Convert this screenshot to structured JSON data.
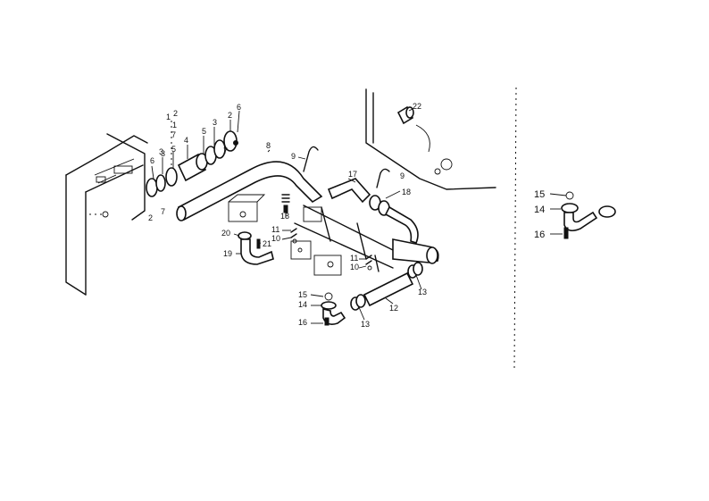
{
  "labels": {
    "l1": "1",
    "l2": "2",
    "l7": "7",
    "l1b": "1",
    "l3a": "3",
    "l4": "4",
    "l5a": "5",
    "l3b": "3",
    "l2b": "2",
    "l6a": "6",
    "l6b": "6",
    "l3c": "3",
    "l5b": "5",
    "l2c": "2",
    "l7b": "7",
    "l7c": "7",
    "l8": "8",
    "l9a": "9",
    "l9b": "9",
    "l17": "17",
    "l18a": "18",
    "l18b": "18",
    "l22": "22",
    "l20": "20",
    "l21": "21",
    "l19": "19",
    "l11a": "11",
    "l10a": "10",
    "l11b": "11",
    "l10b": "10",
    "l15": "15",
    "l14": "14",
    "l16": "16",
    "l13a": "13",
    "l13b": "13",
    "l12": "12",
    "l15r": "15",
    "l14r": "14",
    "l16r": "16"
  }
}
